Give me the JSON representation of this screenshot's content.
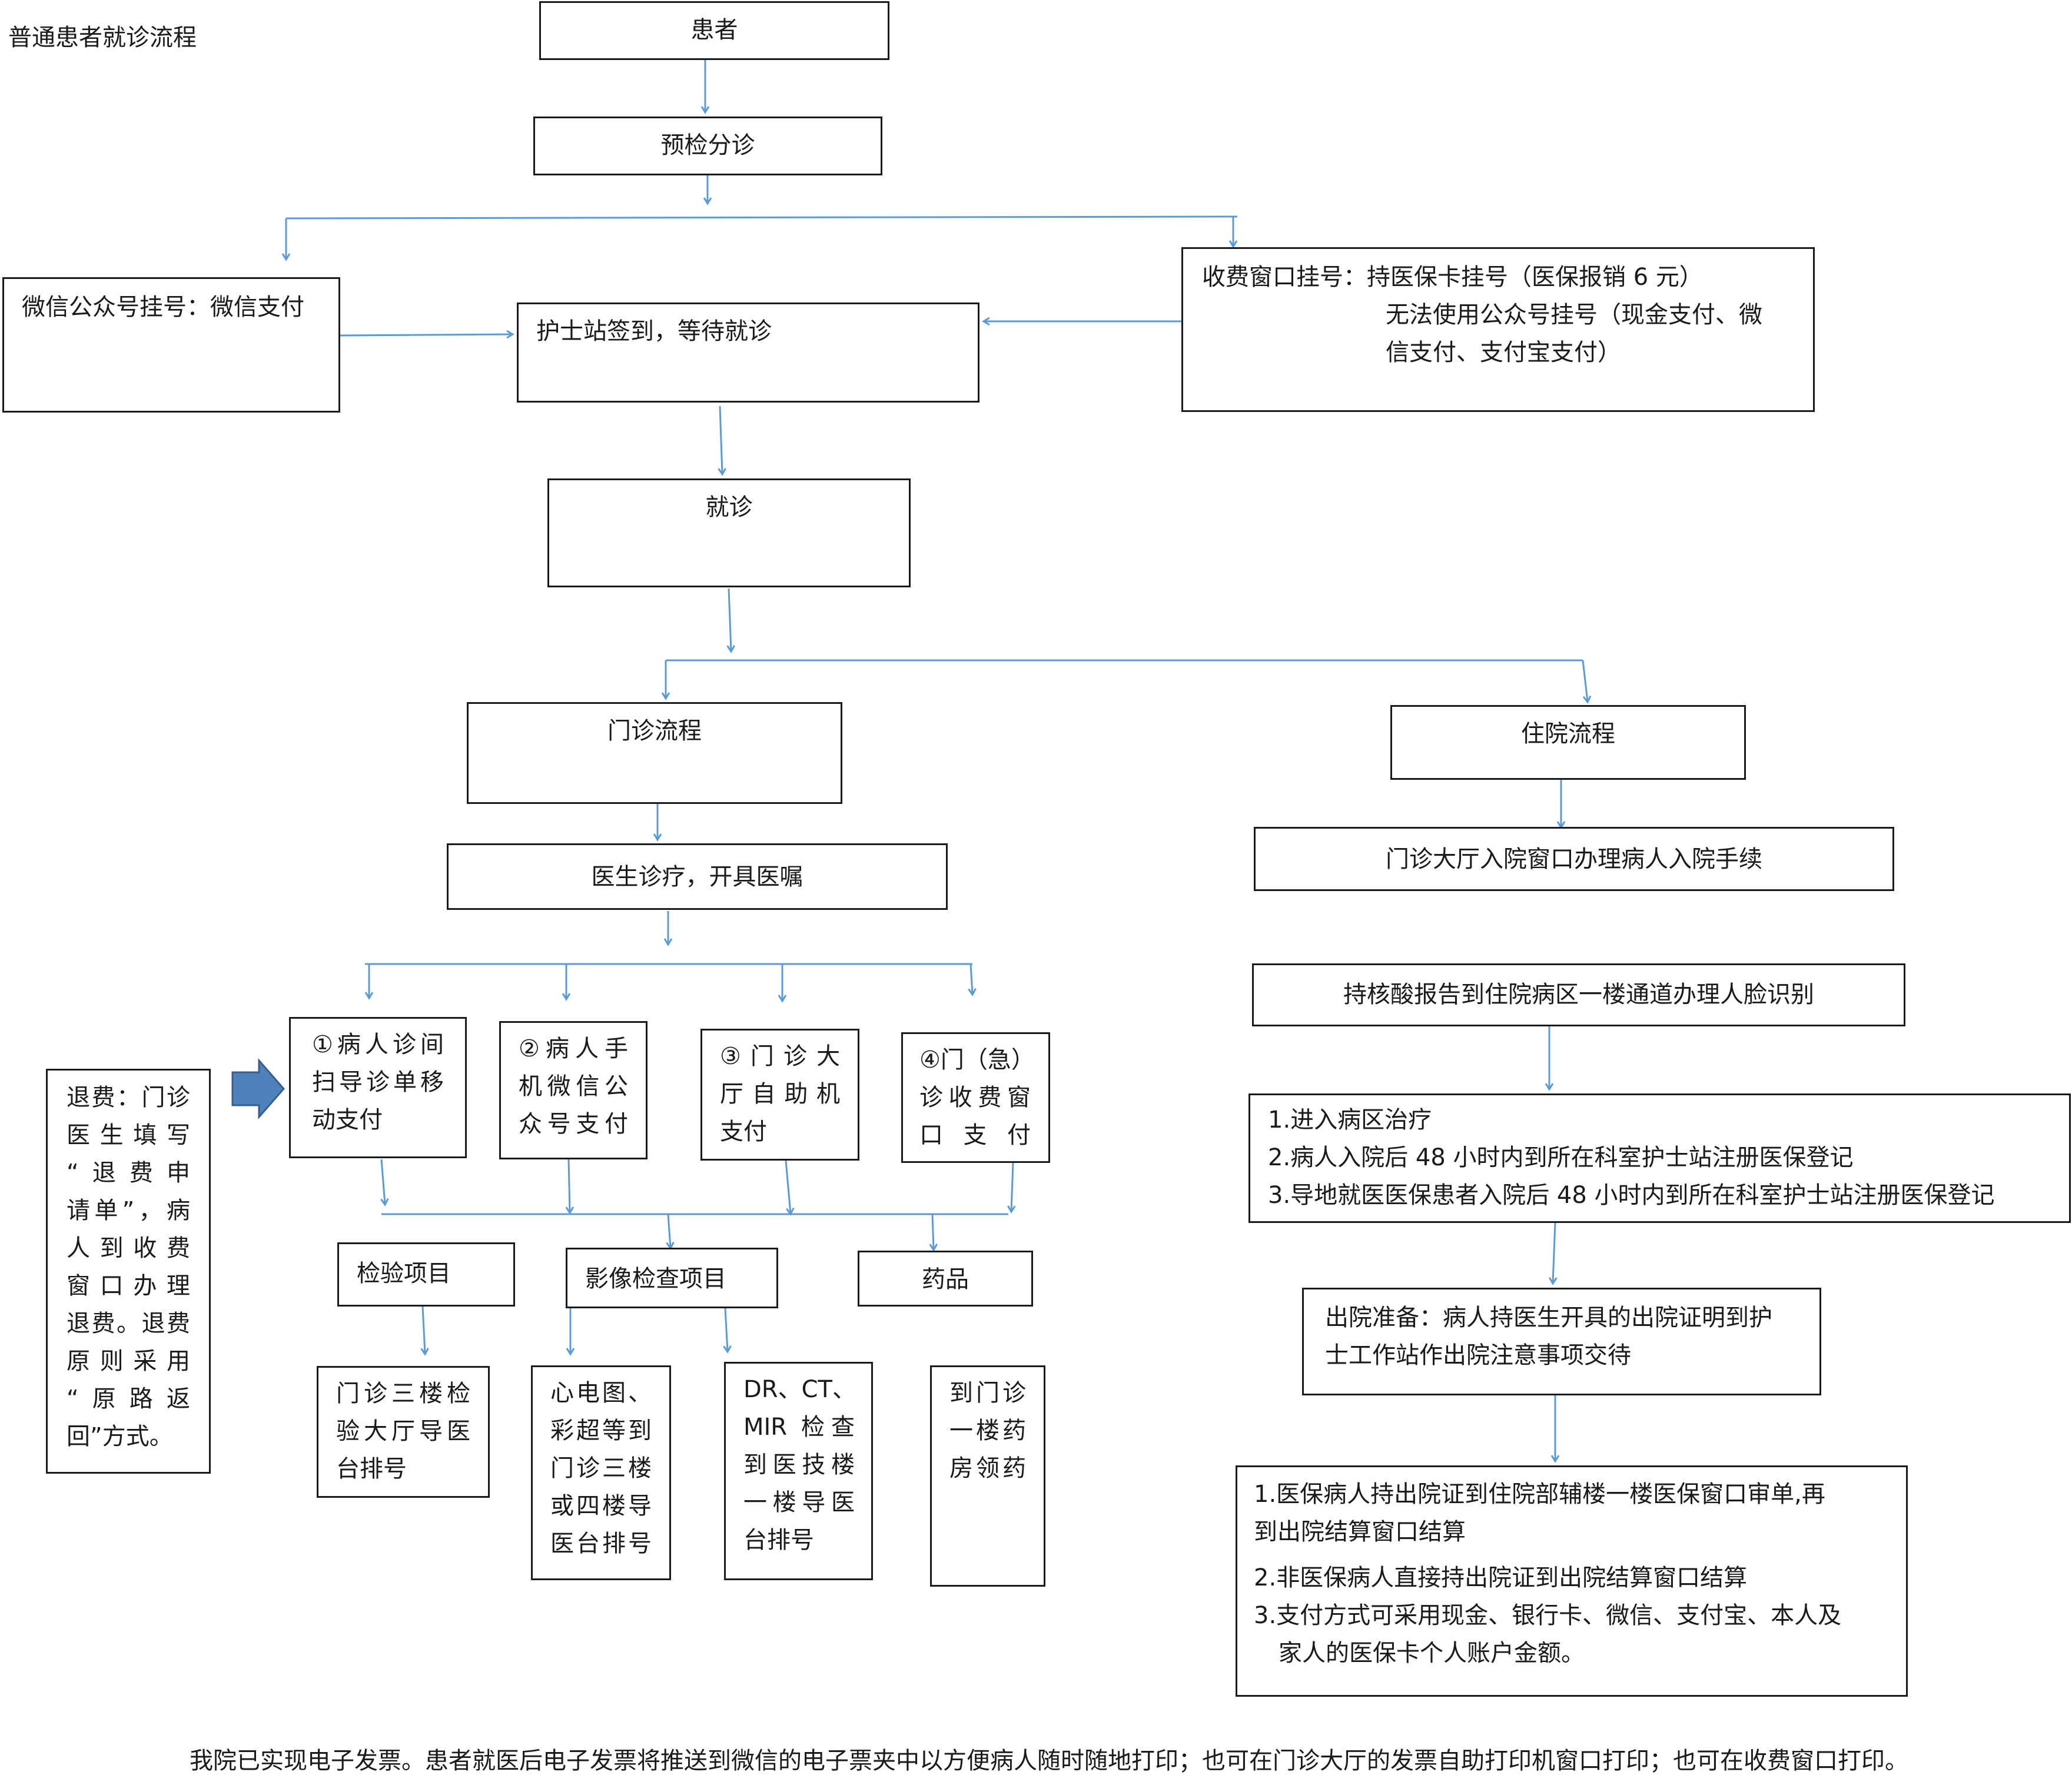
{
  "title": "普通患者就诊流程",
  "boxes": {
    "patient": "患者",
    "triage": "预检分诊",
    "wechat_register": "微信公众号挂号：微信支付",
    "nurse_station": "护士站签到，等待就诊",
    "window_register": {
      "line1": "收费窗口挂号：持医保卡挂号（医保报销 6 元）",
      "line2": "无法使用公众号挂号（现金支付、微",
      "line3": "信支付、支付宝支付）"
    },
    "consultation": "就诊",
    "outpatient": "门诊流程",
    "inpatient": "住院流程",
    "doctor_orders": "医生诊疗，开具医嘱",
    "admission": "门诊大厅入院窗口办理病人入院手续",
    "face_recognition": "持核酸报告到住院病区一楼通道办理人脸识别",
    "payment_options": [
      {
        "line1": "①病人诊间",
        "line2": "扫导诊单移",
        "line3": "动支付"
      },
      {
        "line1": "②病人手",
        "line2": "机微信公",
        "line3": "众号支付"
      },
      {
        "line1": "③门诊大",
        "line2": "厅自助机",
        "line3": "支付"
      },
      {
        "line1": "④门（急）",
        "line2": "诊收费窗",
        "line3": "口支付"
      }
    ],
    "refund": {
      "lines": [
        "退费：门诊",
        "医生填写",
        "“退费申",
        "请单”，病",
        "人到收费",
        "窗口办理",
        "退费。退费",
        "原则采用",
        "“原路返",
        "回”方式。"
      ]
    },
    "lab_tests": "检验项目",
    "imaging": "影像检查项目",
    "medicine": "药品",
    "lab_desk": {
      "line1": "门诊三楼检",
      "line2": "验大厅导医",
      "line3": "台排号"
    },
    "ecg": {
      "line1": "心电图、",
      "line2": "彩超等到",
      "line3": "门诊三楼",
      "line4": "或四楼导",
      "line5": "医台排号"
    },
    "dr_ct": {
      "line1": "DR、CT、",
      "line2": "MIR 检查",
      "line3": "到医技楼",
      "line4": "一楼导医",
      "line5": "台排号"
    },
    "pharmacy": {
      "line1": "到门诊",
      "line2": "一楼药",
      "line3": "房领药"
    },
    "ward": {
      "line1": "1.进入病区治疗",
      "line2": "2.病人入院后 48 小时内到所在科室护士站注册医保登记",
      "line3": "3.导地就医医保患者入院后 48 小时内到所在科室护士站注册医保登记"
    },
    "discharge_prep": {
      "line1": "出院准备：病人持医生开具的出院证明到护",
      "line2": "士工作站作出院注意事项交待"
    },
    "settlement": {
      "line1": "1.医保病人持出院证到住院部辅楼一楼医保窗口审单,再",
      "line2": "到出院结算窗口结算",
      "line3": "2.非医保病人直接持出院证到出院结算窗口结算",
      "line4": "3.支付方式可采用现金、银行卡、微信、支付宝、本人及",
      "line5": "家人的医保卡个人账户金额。"
    }
  },
  "footer": "我院已实现电子发票。患者就医后电子发票将推送到微信的电子票夹中以方便病人随时随地打印；也可在门诊大厅的发票自助打印机窗口打印；也可在收费窗口打印。",
  "colors": {
    "connector": "#5b9bd5",
    "box_border": "#1a1a1a",
    "big_arrow": "#4f81bd"
  }
}
